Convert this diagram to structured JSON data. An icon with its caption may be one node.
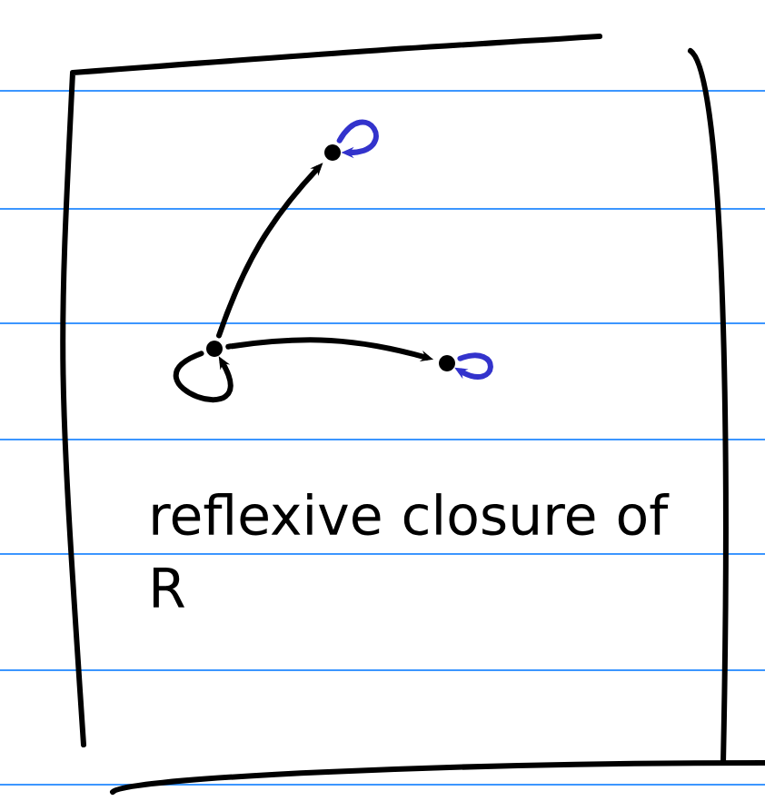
{
  "diagram": {
    "nodes": [
      {
        "text": [],
        "shape": "circle"
      },
      {
        "text": [],
        "shape": "circle"
      },
      {
        "text": [],
        "shape": "circle"
      }
    ],
    "edges": [
      {
        "from": 0,
        "to": 1,
        "arrow": "to"
      },
      {
        "from": 0,
        "to": 2,
        "arrow": "to"
      },
      {
        "from": 0,
        "to": 0,
        "arrow": "to"
      },
      {
        "from": 1,
        "to": 1,
        "arrow": "to",
        "color": "#3333cc"
      },
      {
        "from": 2,
        "to": 2,
        "arrow": "to",
        "color": "#3333cc"
      }
    ],
    "labels": [
      "reflexive closure of R"
    ]
  }
}
